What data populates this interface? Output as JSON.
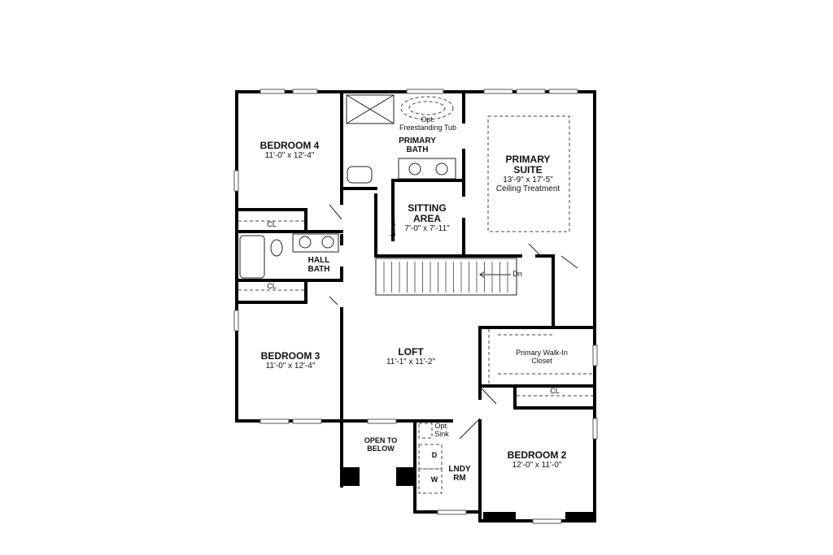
{
  "rooms": {
    "bedroom4": {
      "name": "BEDROOM 4",
      "dim": "11'-0\" x 12'-4\""
    },
    "bedroom3": {
      "name": "BEDROOM 3",
      "dim": "11'-0\" x 12'-4\""
    },
    "bedroom2": {
      "name": "BEDROOM 2",
      "dim": "12'-0\" x 11'-0\""
    },
    "primary_suite": {
      "name_line1": "PRIMARY",
      "name_line2": "SUITE",
      "dim": "13'-9\" x 17'-5\"",
      "note": "Ceiling Treatment"
    },
    "primary_bath": {
      "name_line1": "PRIMARY",
      "name_line2": "BATH",
      "tub_line1": "Opt.",
      "tub_line2": "Freestanding Tub"
    },
    "sitting_area": {
      "name_line1": "SITTING",
      "name_line2": "AREA",
      "dim": "7'-0\" x 7'-11\""
    },
    "hall_bath": {
      "name_line1": "HALL",
      "name_line2": "BATH"
    },
    "loft": {
      "name": "LOFT",
      "dim": "11'-1\" x 11'-2\""
    },
    "walk_in_closet": {
      "line1": "Primary Walk-In",
      "line2": "Closet"
    },
    "open_to_below": {
      "line1": "OPEN TO",
      "line2": "BELOW"
    },
    "laundry": {
      "line1": "LNDY",
      "line2": "RM",
      "sink_line1": "Opt.",
      "sink_line2": "Sink",
      "dryer": "D",
      "washer": "W"
    },
    "linen": "Linen",
    "closets": [
      "CL",
      "CL",
      "CL"
    ],
    "stairs": "Dn"
  }
}
